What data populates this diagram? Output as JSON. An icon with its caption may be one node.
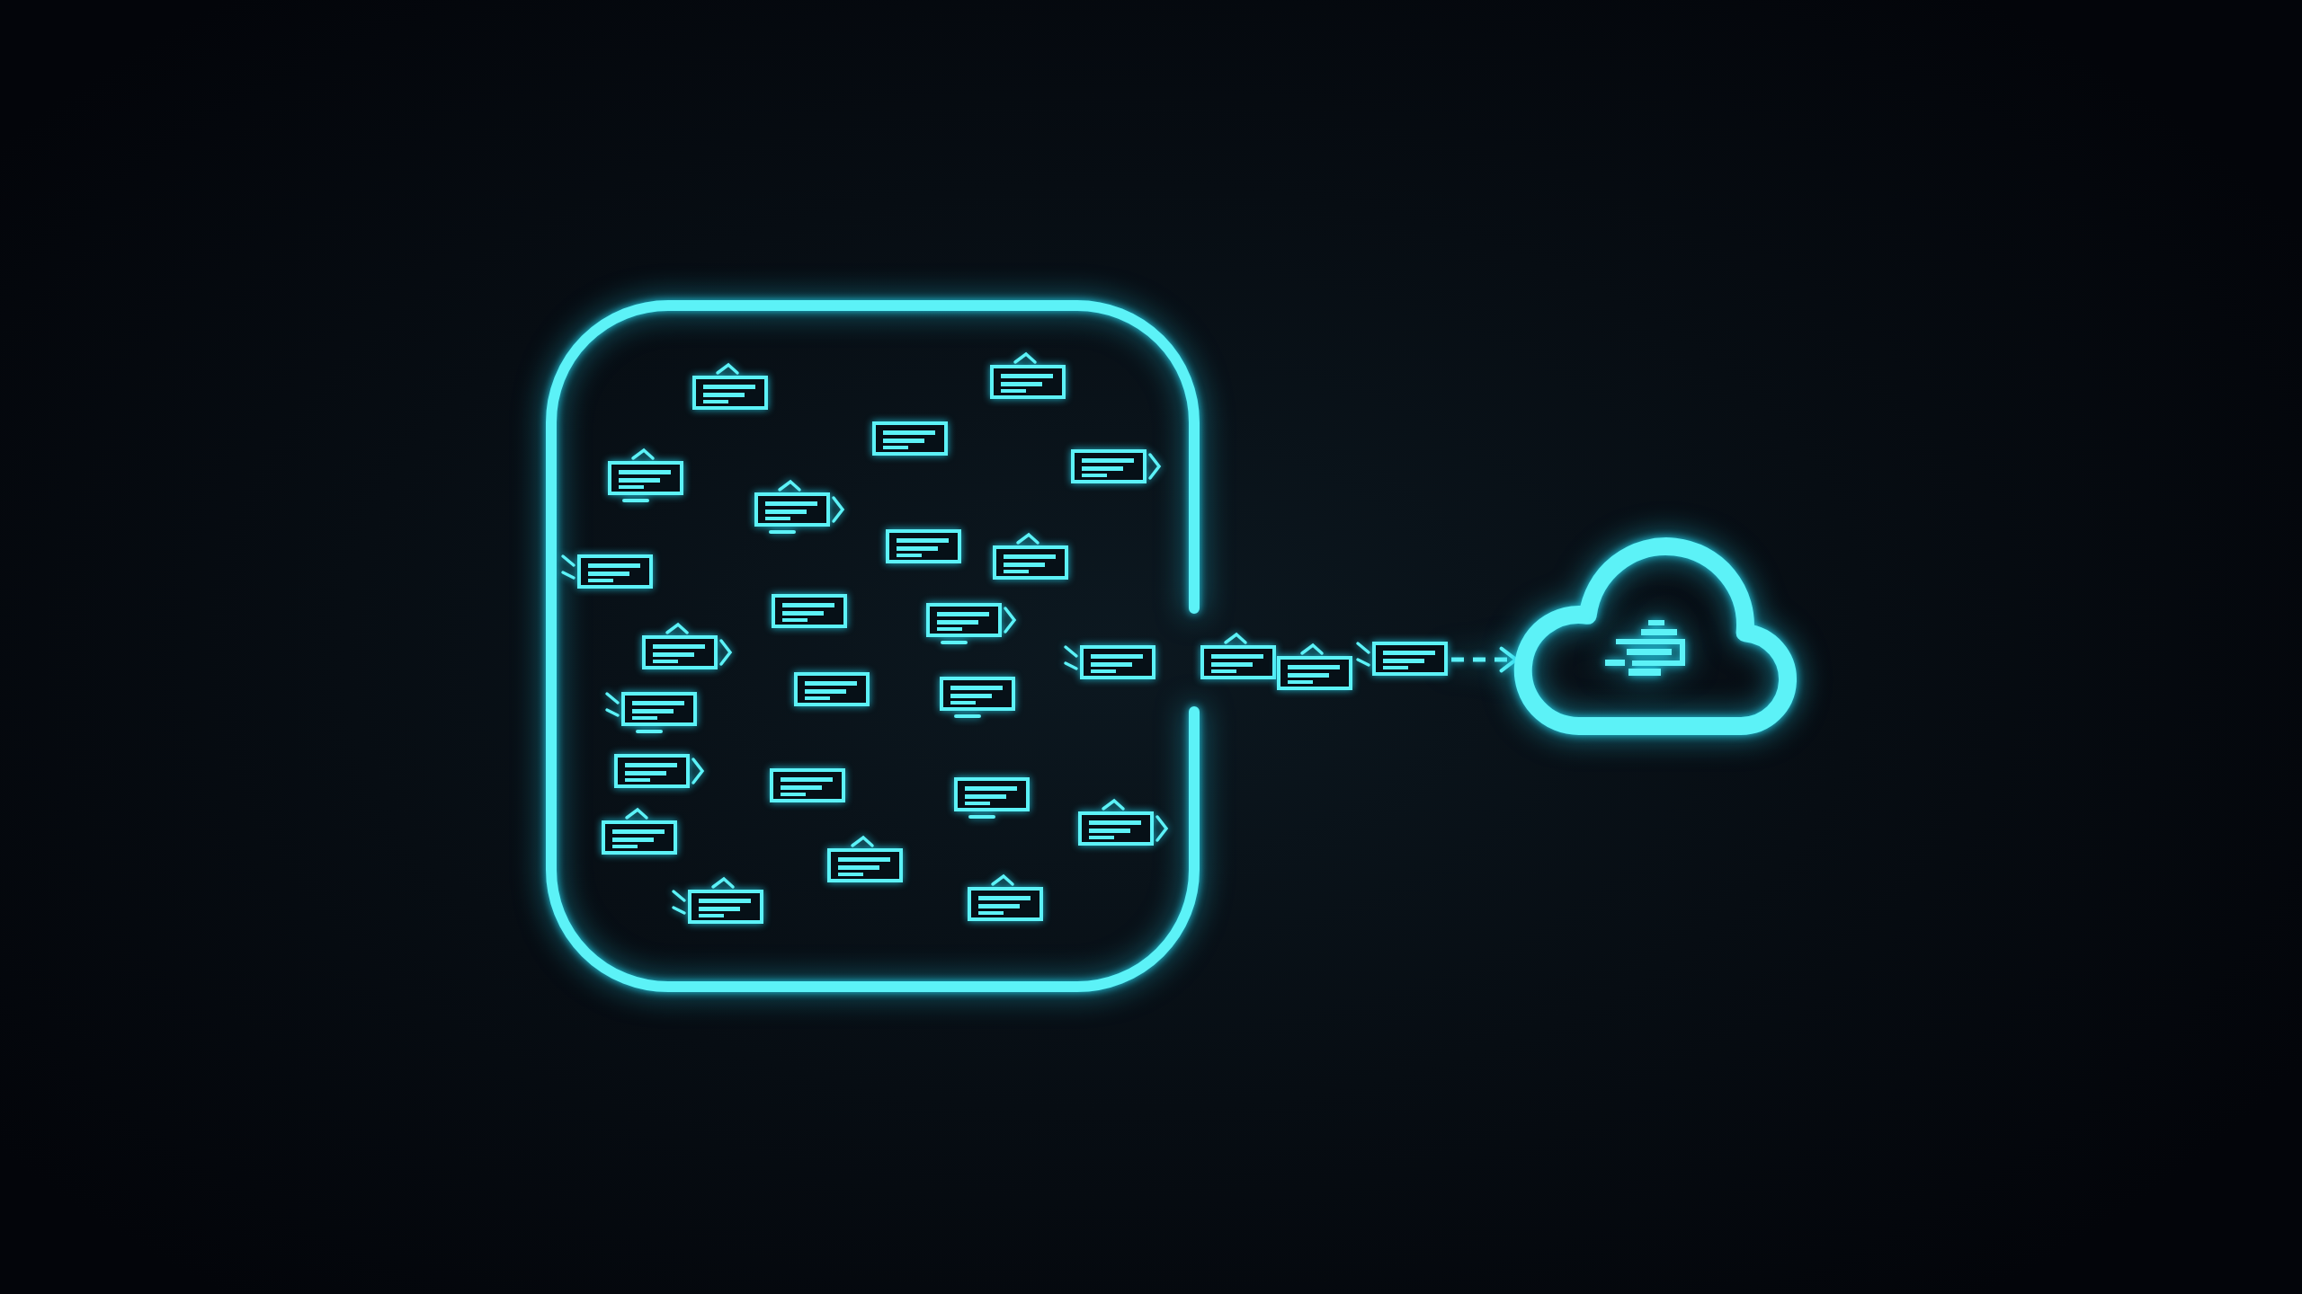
{
  "diagram": {
    "nodes": [
      {
        "text": [],
        "shape": "box"
      },
      {
        "text": [],
        "shape": "box"
      },
      {
        "text": [],
        "shape": "box"
      },
      {
        "text": [],
        "shape": "box"
      },
      {
        "text": [],
        "shape": "cloud"
      }
    ],
    "edges": [
      {
        "from": 3,
        "to": 4,
        "arrow": "to",
        "style": "dashed"
      }
    ]
  }
}
